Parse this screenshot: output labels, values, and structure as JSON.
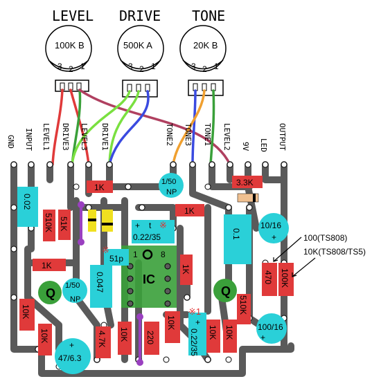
{
  "pots": [
    {
      "name": "LEVEL",
      "value": "100K B",
      "pins": [
        "3",
        "2",
        "1"
      ]
    },
    {
      "name": "DRIVE",
      "value": "500K A",
      "pins": [
        "3",
        "2",
        "1"
      ]
    },
    {
      "name": "TONE",
      "value": "20K B",
      "pins": [
        "3",
        "2",
        "1"
      ]
    }
  ],
  "connectors": [
    "GND",
    "INPUT",
    "LEVEL1",
    "DRIVE3",
    "LEVEL3",
    "DRIVE1",
    "TONE2",
    "TONE3",
    "TONE1",
    "LEVEL2",
    "9V",
    "LED",
    "OUTPUT"
  ],
  "parts": {
    "r_1k_top": "1K",
    "c_1_50_np_top": "1/50",
    "np_top": "NP",
    "r_3_3k": "3.3K",
    "c_0_02": "0.02",
    "r_510k_left": "510K",
    "r_51k": "51K",
    "r_1k_mid": "1K",
    "c_tant_plus": "+",
    "c_tant_t": "t",
    "c_tant_value": "0.22/35",
    "r_51p": "51p",
    "ic_label": "IC",
    "ic_pin8": "8",
    "ic_pin1": "1",
    "c_0_1": "0.1",
    "c_10_16": "10/16",
    "c_10_16_plus": "+",
    "r_1k_left": "1K",
    "q_left": "Q",
    "c_1_50_np_left": "1/50",
    "np_left": "NP",
    "c_0_047": "0.047",
    "r_1k_right_ic": "1K",
    "q_right": "Q",
    "r_510k_right": "510K",
    "r_470": "470",
    "r_100k": "100K",
    "r_10k_left": "10K",
    "r_10k_b1": "10K",
    "r_4_7k": "4.7K",
    "r_10k_b2": "10K",
    "r_220": "220",
    "r_10k_b3": "10K",
    "c_0_22_35_b": "0.22/35",
    "c_plus_b": "+",
    "r_10k_b4": "10K",
    "r_10k_b5": "10K",
    "c_100_16": "100/16",
    "c_100_16_plus": "+",
    "c_47_6_3": "47/6.3",
    "c_47_plus": "+",
    "mark_x": "※",
    "mark_x1": "※1"
  },
  "notes": {
    "note_470": "100(TS808)",
    "note_100k": "10K(TS808/TS5)"
  },
  "colors": {
    "trace": "#5a5a5a",
    "red": "#e03a3a",
    "cyan": "#2ad0d8",
    "green": "#3aa03a",
    "blue": "#3a4ae0",
    "orange": "#f0a030",
    "wine": "#b04060",
    "lime": "#7ae040",
    "purple": "#9a40c0",
    "yellow": "#f0e020"
  }
}
